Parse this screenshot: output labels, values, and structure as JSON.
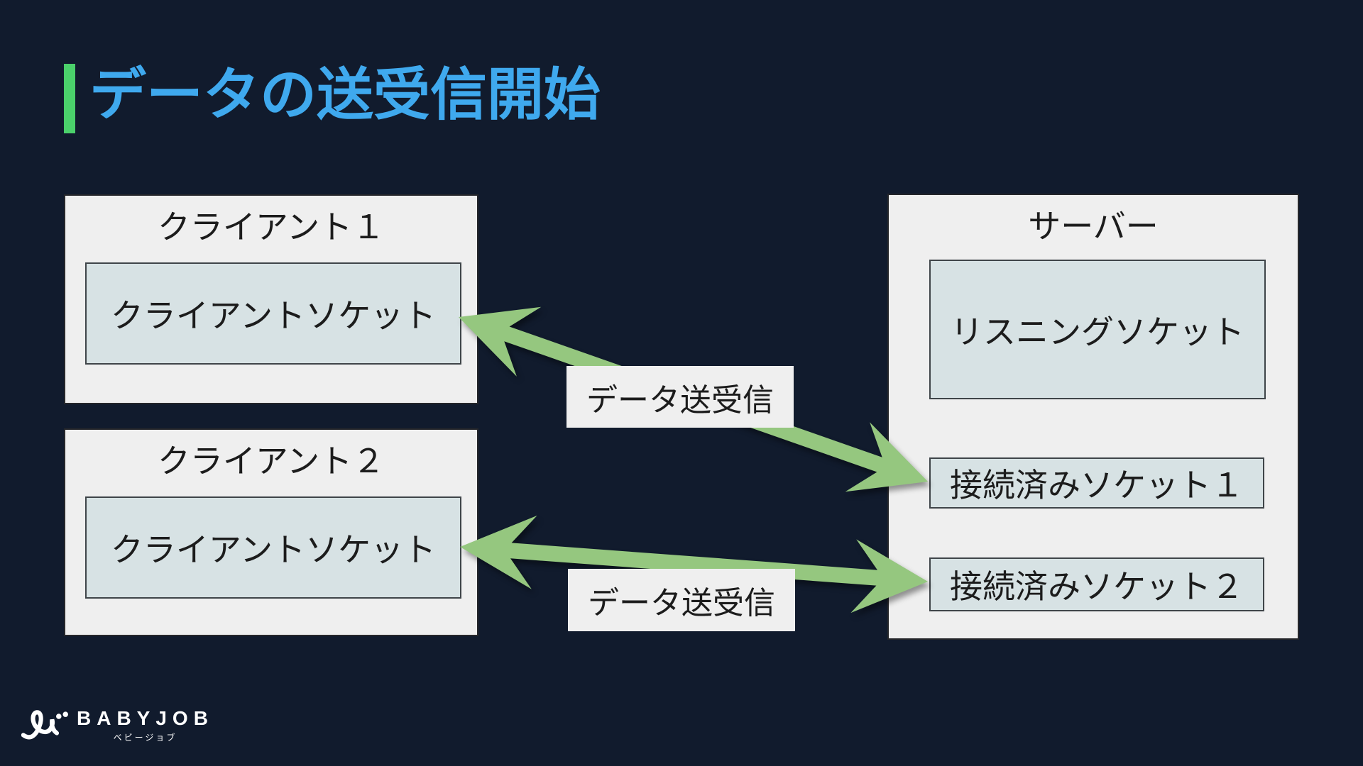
{
  "slide": {
    "title": "データの送受信開始"
  },
  "clients": [
    {
      "title": "クライアント１",
      "socket_label": "クライアントソケット"
    },
    {
      "title": "クライアント２",
      "socket_label": "クライアントソケット"
    }
  ],
  "server": {
    "title": "サーバー",
    "listening_socket_label": "リスニングソケット",
    "connected_socket1_label": "接続済みソケット１",
    "connected_socket2_label": "接続済みソケット２"
  },
  "arrows": [
    {
      "label": "データ送受信",
      "from": "クライアントソケット(クライアント１)",
      "to": "接続済みソケット１",
      "direction": "bidirectional"
    },
    {
      "label": "データ送受信",
      "from": "クライアントソケット(クライアント２)",
      "to": "接続済みソケット２",
      "direction": "bidirectional"
    }
  ],
  "logo": {
    "brand": "BABYJOB",
    "subtitle": "ベビージョブ"
  },
  "colors": {
    "background": "#111b2d",
    "title_text": "#3fa9ee",
    "accent_bar": "#4bd16b",
    "arrow_green": "#95c77f",
    "panel_fill": "#efefef",
    "socket_fill": "#d7e2e4"
  }
}
